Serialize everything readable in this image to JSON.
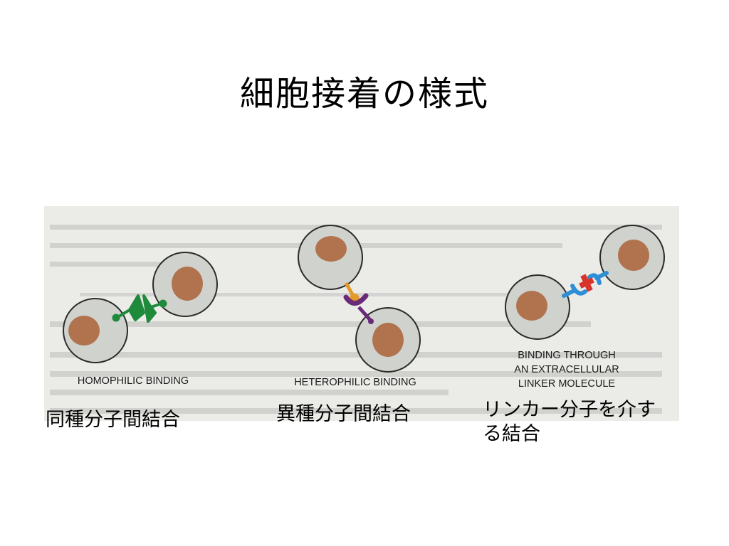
{
  "slide": {
    "title": "細胞接着の様式"
  },
  "figure": {
    "labels": {
      "homophilic": "HOMOPHILIC BINDING",
      "heterophilic": "HETEROPHILIC BINDING",
      "linker_line1": "BINDING THROUGH",
      "linker_line2": "AN EXTRACELLULAR",
      "linker_line3": "LINKER MOLECULE"
    },
    "colors": {
      "cell_fill": "#cfd2cd",
      "nucleus": "#b0734e",
      "homophilic_molecule": "#1e8a3c",
      "heterophilic_ligand": "#e39a2b",
      "heterophilic_receptor": "#6a2a78",
      "linker_receptor": "#2f8fd6",
      "linker_molecule": "#d8342c"
    }
  },
  "captions": {
    "homophilic": "同種分子間結合",
    "heterophilic": "異種分子間結合",
    "linker": "リンカー分子を介す\nる結合"
  }
}
